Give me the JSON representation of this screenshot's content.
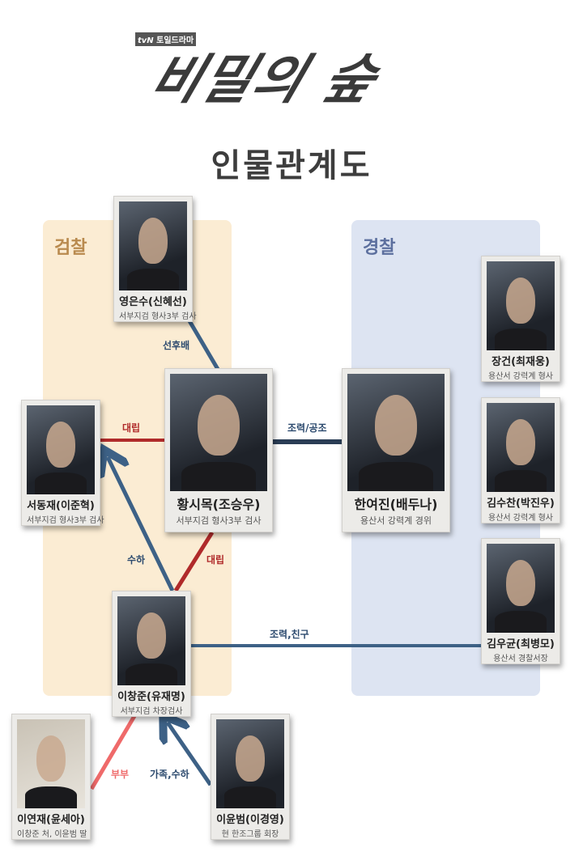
{
  "header": {
    "network": "tvN",
    "network_sub": "토일드라마",
    "show_title": "비밀의 숲",
    "page_title": "인물관계도"
  },
  "groups": {
    "prosecution": "검찰",
    "police": "경찰"
  },
  "characters": [
    {
      "name": "영은수(신혜선)",
      "role": "서부지검 형사3부 검사"
    },
    {
      "name": "황시목(조승우)",
      "role": "서부지검 형사3부 검사"
    },
    {
      "name": "서동재(이준혁)",
      "role": "서부지검 형사3부 검사"
    },
    {
      "name": "한여진(배두나)",
      "role": "용산서 강력계 경위"
    },
    {
      "name": "장건(최재웅)",
      "role": "용산서 강력계 형사"
    },
    {
      "name": "김수찬(박진우)",
      "role": "용산서 강력계 형사"
    },
    {
      "name": "김우균(최병모)",
      "role": "용산서 경찰서장"
    },
    {
      "name": "이창준(유재명)",
      "role": "서부지검 차장검사"
    },
    {
      "name": "이연재(윤세아)",
      "role": "이창준 처, 이윤범 딸"
    },
    {
      "name": "이윤범(이경영)",
      "role": "현 한조그룹 회장"
    }
  ],
  "relations": {
    "seniority": "선후배",
    "rivalry1": "대립",
    "cooperation": "조력/공조",
    "subordinate": "수하",
    "rivalry2": "대립",
    "friend": "조력,친구",
    "spouse": "부부",
    "family": "가족,수하"
  },
  "colors": {
    "blue": "#3d6186",
    "red": "#b02a2a",
    "pink": "#ef6a6a",
    "dark": "#2a3d55"
  }
}
